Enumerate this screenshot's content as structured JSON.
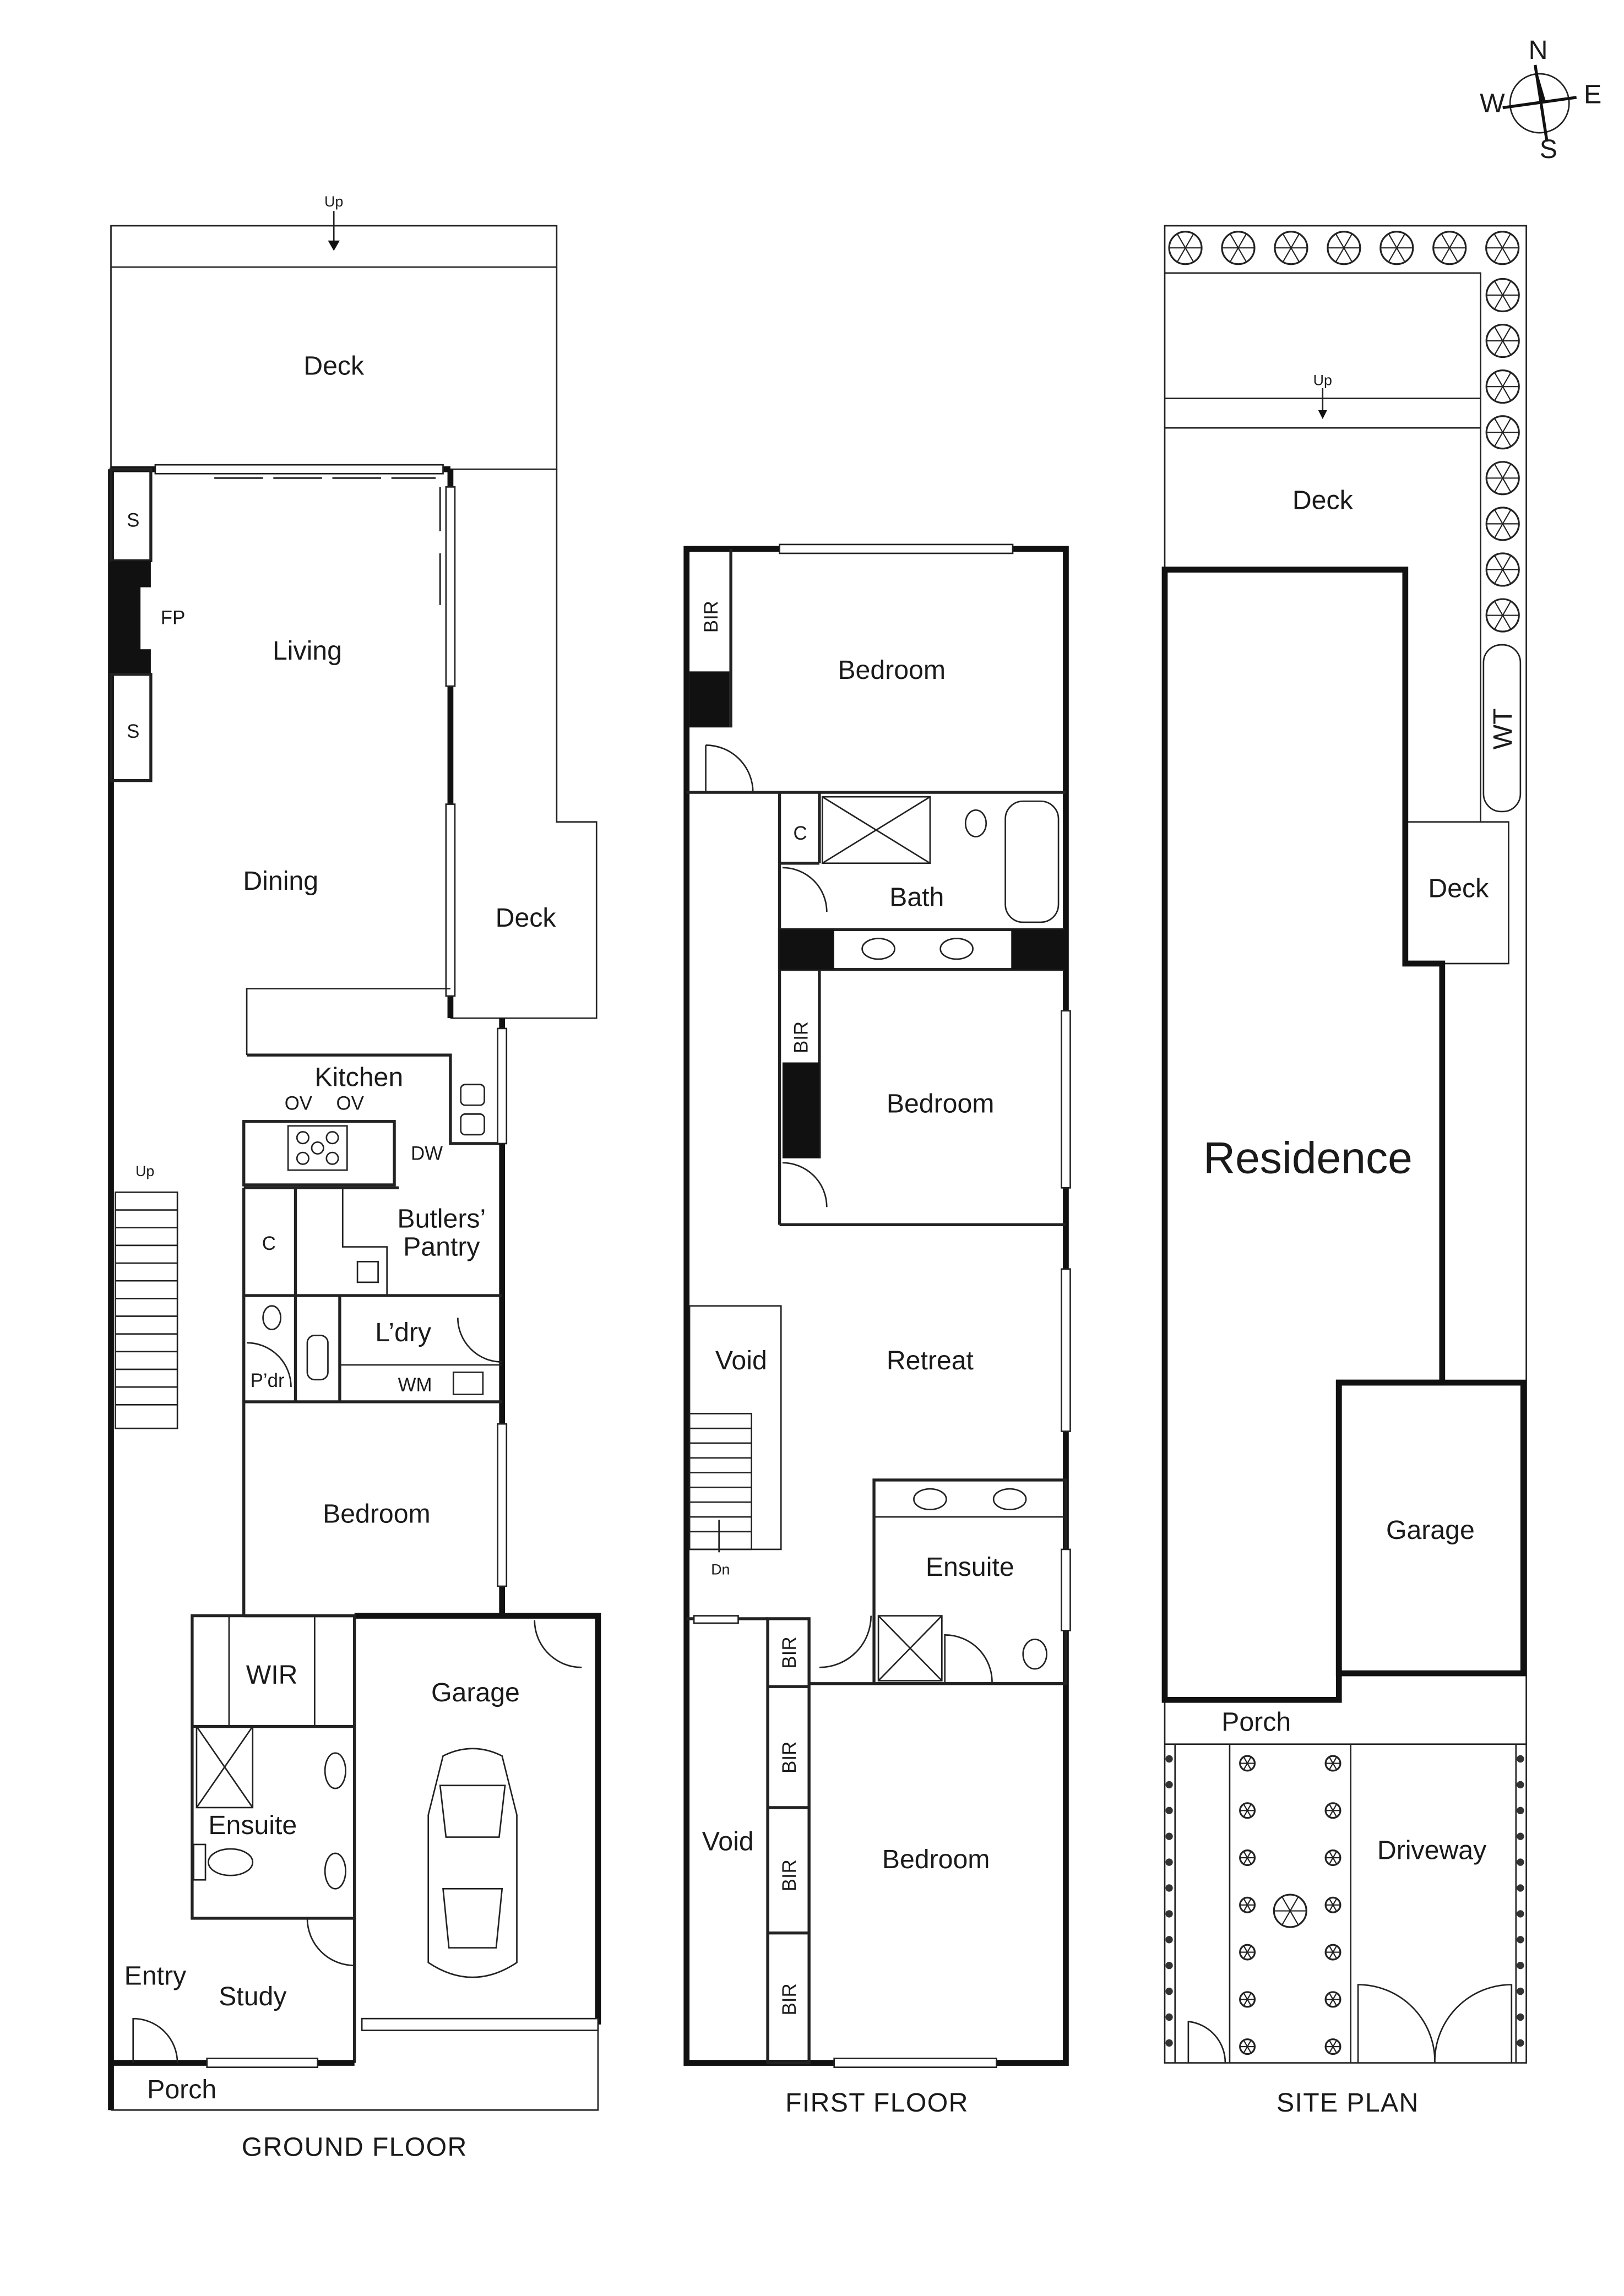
{
  "compass": {
    "n": "N",
    "e": "E",
    "s": "S",
    "w": "W"
  },
  "ground_floor": {
    "title": "GROUND FLOOR",
    "rooms": {
      "deck_top": "Deck",
      "up_deck": "Up",
      "s1": "S",
      "fp": "FP",
      "s2": "S",
      "living": "Living",
      "dining": "Dining",
      "deck_side": "Deck",
      "kitchen": "Kitchen",
      "ov1": "OV",
      "ov2": "OV",
      "dw": "DW",
      "up_stairs": "Up",
      "c": "C",
      "butlers1": "Butlers’",
      "butlers2": "Pantry",
      "ldry": "L’dry",
      "pdr": "P’dr",
      "wm": "WM",
      "bedroom": "Bedroom",
      "wir": "WIR",
      "garage": "Garage",
      "ensuite": "Ensuite",
      "entry": "Entry",
      "study": "Study",
      "porch": "Porch"
    }
  },
  "first_floor": {
    "title": "FIRST FLOOR",
    "rooms": {
      "bir1": "BIR",
      "bedroom1": "Bedroom",
      "c": "C",
      "bath": "Bath",
      "bir2": "BIR",
      "bedroom2": "Bedroom",
      "void1": "Void",
      "retreat": "Retreat",
      "ensuite": "Ensuite",
      "dn": "Dn",
      "void2": "Void",
      "bir3": "BIR",
      "bir4": "BIR",
      "bir5": "BIR",
      "bir6": "BIR",
      "bedroom3": "Bedroom"
    }
  },
  "site_plan": {
    "title": "SITE PLAN",
    "rooms": {
      "up": "Up",
      "deck_top": "Deck",
      "wt": "WT",
      "deck_side": "Deck",
      "residence": "Residence",
      "garage": "Garage",
      "porch": "Porch",
      "driveway": "Driveway"
    }
  }
}
